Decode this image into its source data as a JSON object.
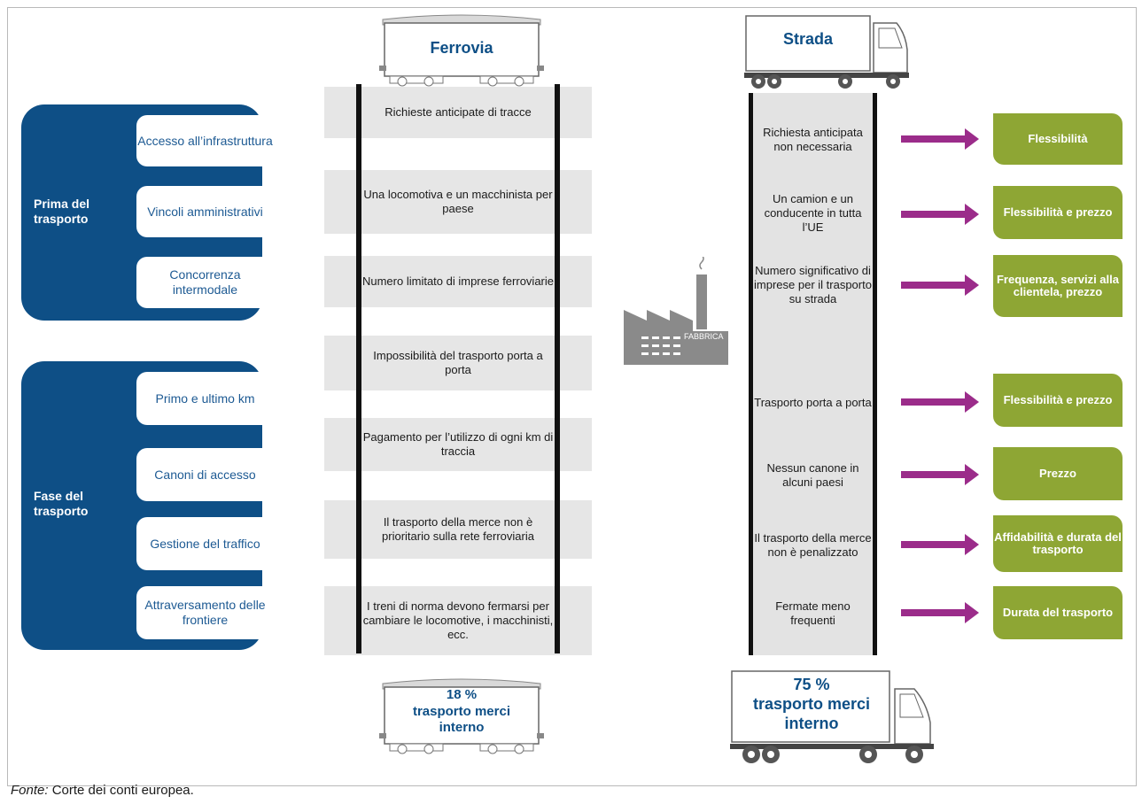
{
  "left_groups": [
    {
      "title": "Prima del trasporto",
      "items": [
        "Accesso all’infrastruttura",
        "Vincoli amministrativi",
        "Concorrenza intermodale"
      ]
    },
    {
      "title": "Fase del trasporto",
      "items": [
        "Primo e ultimo km",
        "Canoni di accesso",
        "Gestione del traffico",
        "Attraversamento delle frontiere"
      ]
    }
  ],
  "rail": {
    "title": "Ferrovia",
    "items": [
      "Richieste anticipate di tracce",
      "Una locomotiva e un macchinista per paese",
      "Numero limitato di imprese ferroviarie",
      "Impossibilità del trasporto porta a porta",
      "Pagamento per l’utilizzo di ogni km di traccia",
      "Il trasporto della merce non è prioritario sulla rete ferroviaria",
      "I treni di norma devono fermarsi per cambiare le locomotive, i macchinisti, ecc."
    ],
    "share_value": "18 %",
    "share_label": "trasporto merci interno"
  },
  "factory": {
    "label": "FABBRICA"
  },
  "road": {
    "title": "Strada",
    "items": [
      "Richiesta anticipata non necessaria",
      "Un camion e un conducente in tutta l’UE",
      "Numero significativo di imprese per il trasporto su strada",
      "Trasporto porta a porta",
      "Nessun canone in alcuni paesi",
      "Il trasporto della merce non è penalizzato",
      "Fermate meno frequenti"
    ],
    "share_value": "75 %",
    "share_label": "trasporto merci interno"
  },
  "benefits": [
    "Flessibilità",
    "Flessibilità e prezzo",
    "Frequenza, servizi alla clientela, prezzo",
    "Flessibilità e prezzo",
    "Prezzo",
    "Affidabilità e durata del trasporto",
    "Durata del trasporto"
  ],
  "caption": {
    "prefix": "Fonte:",
    "text": " Corte dei conti europea."
  },
  "colors": {
    "navy": "#0e4f86",
    "green": "#8ea634",
    "arrow": "#9b2c8a",
    "band": "#e6e6e6"
  }
}
